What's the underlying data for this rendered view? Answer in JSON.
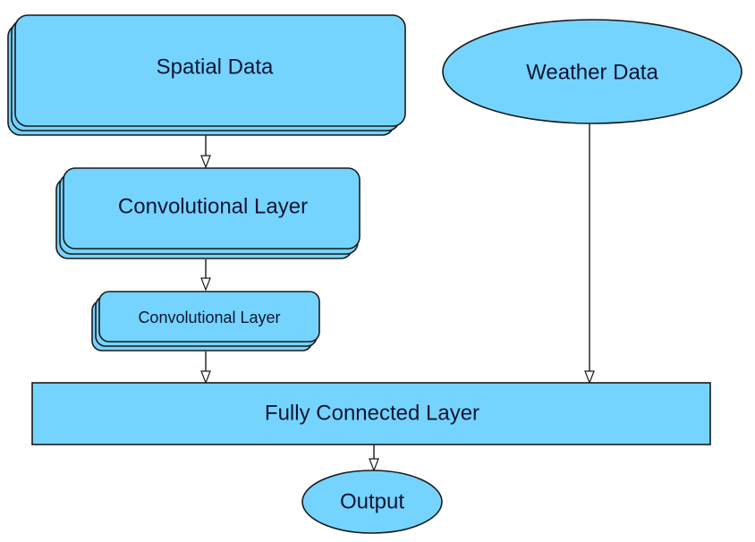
{
  "nodes": {
    "spatial_data": "Spatial Data",
    "weather_data": "Weather Data",
    "conv_layer_1": "Convolutional Layer",
    "conv_layer_2": "Convolutional Layer",
    "fully_connected": "Fully Connected Layer",
    "output": "Output"
  },
  "colors": {
    "node_fill": "#75d4fe",
    "stroke": "#1a1a1a",
    "text": "#0f1433"
  }
}
